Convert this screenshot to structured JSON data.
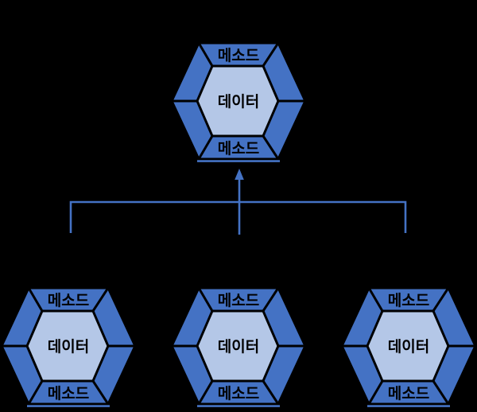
{
  "diagram": {
    "colors": {
      "background": "#000000",
      "segment_fill": "#4472C4",
      "core_fill": "#B4C7E7",
      "outline": "#000000",
      "connector": "#4472C4",
      "label_text": "#000000"
    },
    "hexagons": [
      {
        "id": "parent",
        "top_label": "메소드",
        "center_label": "데이터",
        "bottom_label": "메소드"
      },
      {
        "id": "child-left",
        "top_label": "메소드",
        "center_label": "데이터",
        "bottom_label": "메소드"
      },
      {
        "id": "child-middle",
        "top_label": "메소드",
        "center_label": "데이터",
        "bottom_label": "메소드"
      },
      {
        "id": "child-right",
        "top_label": "메소드",
        "center_label": "데이터",
        "bottom_label": "메소드"
      }
    ]
  }
}
